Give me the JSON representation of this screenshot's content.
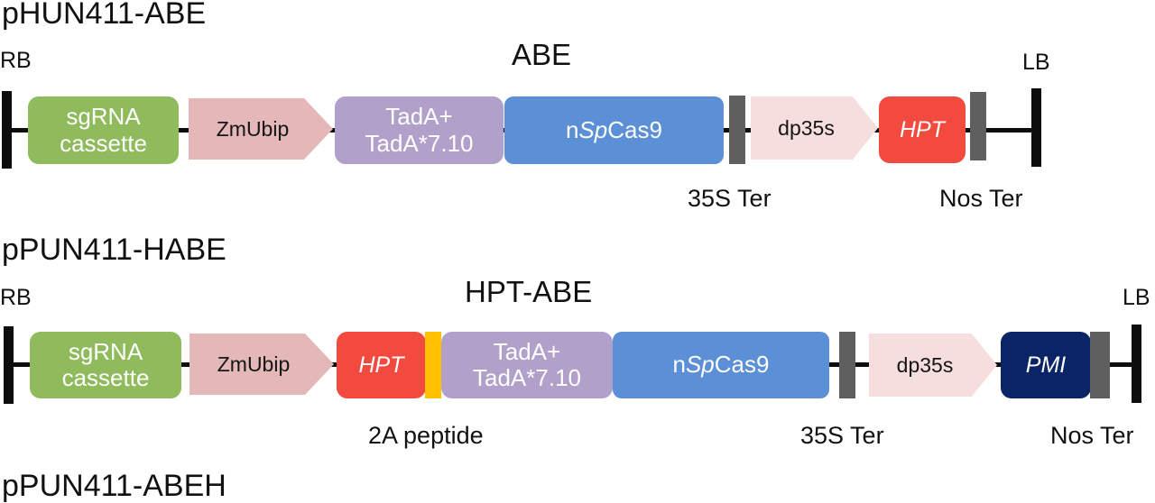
{
  "constructs": [
    {
      "title": "pHUN411-ABE",
      "left_border": "RB",
      "right_border": "LB",
      "cassette_label": "ABE",
      "sgRNA": {
        "line1": "sgRNA",
        "line2": "cassette"
      },
      "promoter1": "ZmUbip",
      "tada": {
        "line1": "TadA+",
        "line2": "TadA*7.10"
      },
      "cas9": {
        "prefix": "n",
        "italic": "Sp",
        "suffix": "Cas9"
      },
      "promoter2": "dp35s",
      "marker": "HPT",
      "ter1": "35S Ter",
      "ter2": "Nos Ter"
    },
    {
      "title": "pPUN411-HABE",
      "left_border": "RB",
      "right_border": "LB",
      "cassette_label": "HPT-ABE",
      "sgRNA": {
        "line1": "sgRNA",
        "line2": "cassette"
      },
      "promoter1": "ZmUbip",
      "hpt": "HPT",
      "linker": "2A peptide",
      "tada": {
        "line1": "TadA+",
        "line2": "TadA*7.10"
      },
      "cas9": {
        "prefix": "n",
        "italic": "Sp",
        "suffix": "Cas9"
      },
      "promoter2": "dp35s",
      "marker": "PMI",
      "ter1": "35S Ter",
      "ter2": "Nos Ter"
    },
    {
      "title": "pPUN411-ABEH"
    }
  ],
  "colors": {
    "sgRNA": "#8fbb5c",
    "promoter": "#e4b8b8",
    "promoter_light": "#f6dede",
    "tada": "#b1a0c9",
    "cas9": "#5b8fd6",
    "hpt": "#f34a3f",
    "pmi": "#0a2466",
    "terminator": "#5f5f5f",
    "linker": "#ffc000",
    "backbone": "#0d0d0d"
  }
}
